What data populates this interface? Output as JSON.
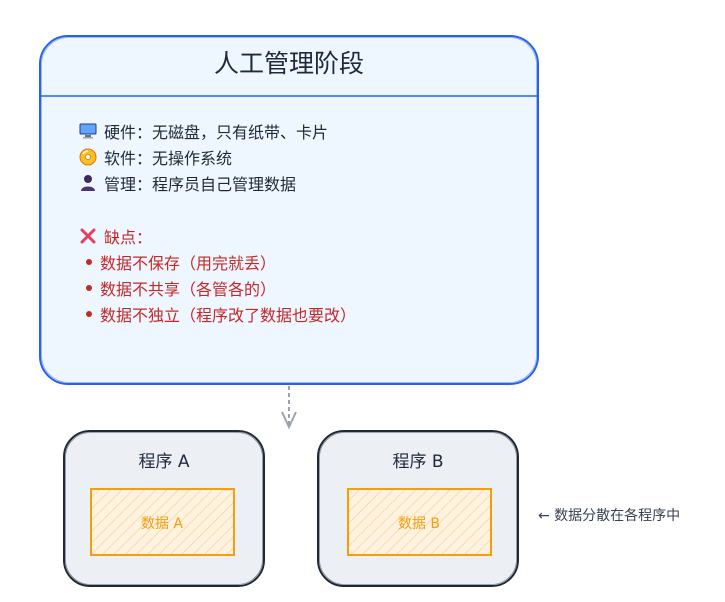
{
  "main": {
    "title": "人工管理阶段",
    "info": [
      {
        "icon": "monitor-icon",
        "text": "硬件：无磁盘，只有纸带、卡片"
      },
      {
        "icon": "disc-icon",
        "text": "软件：无操作系统"
      },
      {
        "icon": "user-icon",
        "text": "管理：程序员自己管理数据"
      }
    ],
    "cons_title": "缺点：",
    "cons": [
      "数据不保存（用完就丢）",
      "数据不共享（各管各的）",
      "数据不独立（程序改了数据也要改）"
    ]
  },
  "programs": [
    {
      "title": "程序 A",
      "data": "数据 A"
    },
    {
      "title": "程序 B",
      "data": "数据 B"
    }
  ],
  "note": "← 数据分散在各程序中",
  "colors": {
    "main_fill": "#eef6ff",
    "main_stroke": "#2563eb",
    "program_fill": "#eceff3",
    "program_stroke": "#1f2937",
    "data_fill": "#fff3e0",
    "data_stroke": "#f59e0b",
    "cons": "#c62828",
    "arrow": "#9ca3af"
  }
}
